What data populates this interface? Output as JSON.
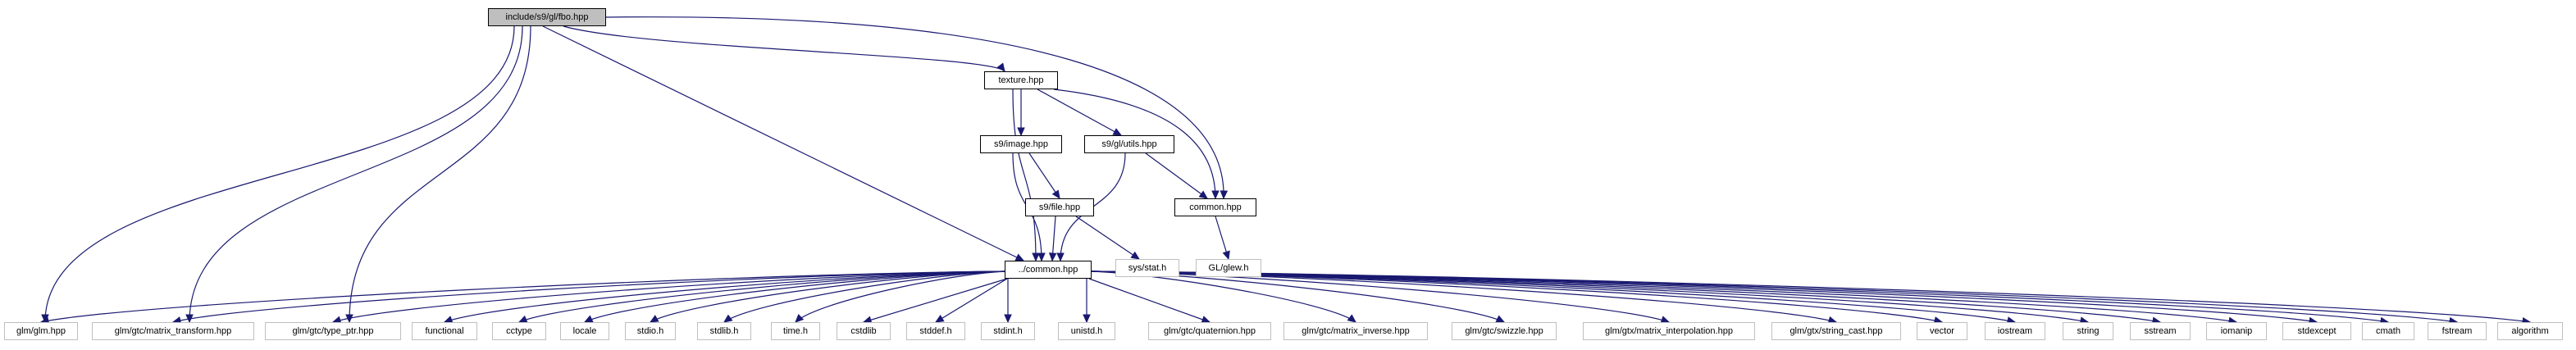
{
  "graph": {
    "root": "include/s9/gl/fbo.hpp",
    "local_headers": {
      "texture": "texture.hpp",
      "image": "s9/image.hpp",
      "utils": "s9/gl/utils.hpp",
      "file": "s9/file.hpp",
      "common": "common.hpp",
      "ccommon": "../common.hpp"
    },
    "external_headers": {
      "sysstat": "sys/stat.h",
      "glew": "GL/glew.h"
    },
    "leaves": [
      "glm/glm.hpp",
      "glm/gtc/matrix_transform.hpp",
      "glm/gtc/type_ptr.hpp",
      "functional",
      "cctype",
      "locale",
      "stdio.h",
      "stdlib.h",
      "time.h",
      "cstdlib",
      "stddef.h",
      "stdint.h",
      "unistd.h",
      "glm/gtc/quaternion.hpp",
      "glm/gtc/matrix_inverse.hpp",
      "glm/gtc/swizzle.hpp",
      "glm/gtx/matrix_interpolation.hpp",
      "glm/gtx/string_cast.hpp",
      "vector",
      "iostream",
      "string",
      "sstream",
      "iomanip",
      "stdexcept",
      "cmath",
      "fstream",
      "algorithm"
    ],
    "colors": {
      "edge": "#191970",
      "root_fill": "#bfbfbf",
      "node_border": "#000000",
      "external_border": "#bfbfbf"
    }
  }
}
